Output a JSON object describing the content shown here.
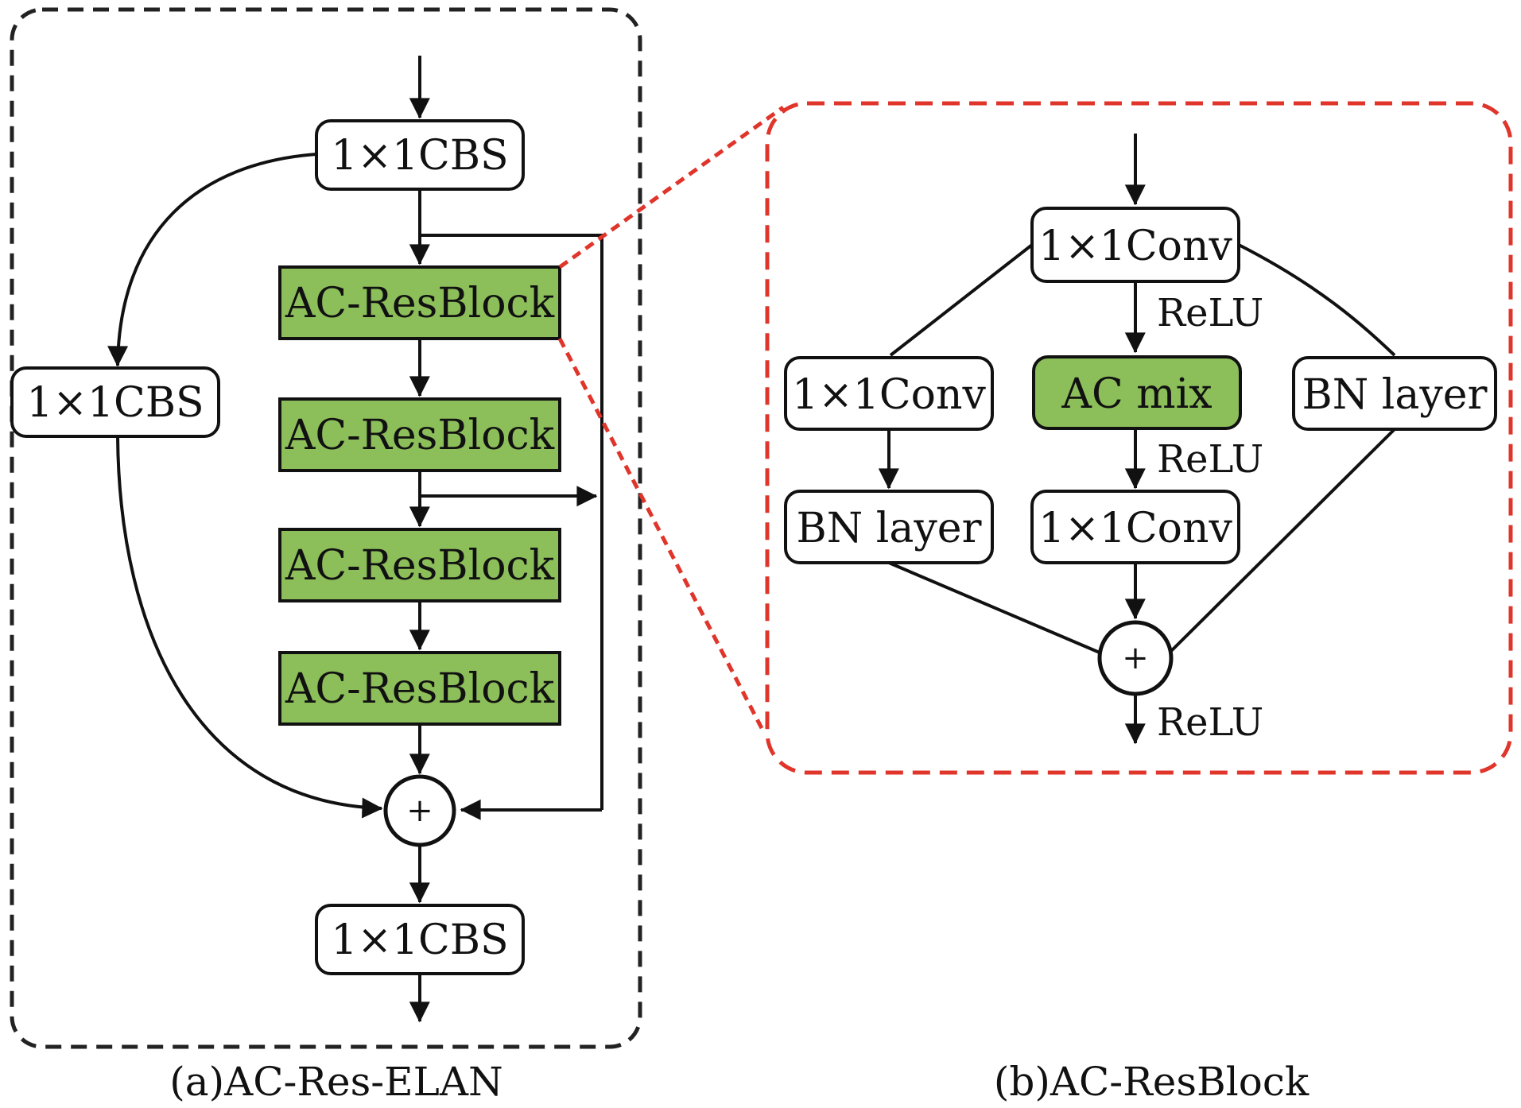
{
  "colors": {
    "green": "#8cbe5a",
    "black": "#111111",
    "red": "#e0352b",
    "white": "#ffffff"
  },
  "panel_a": {
    "caption": "(a)AC-Res-ELAN",
    "cbs_top": "1×1CBS",
    "cbs_left": "1×1CBS",
    "cbs_bottom": "1×1CBS",
    "blocks": [
      "AC-ResBlock",
      "AC-ResBlock",
      "AC-ResBlock",
      "AC-ResBlock"
    ],
    "sum_symbol": "+"
  },
  "panel_b": {
    "caption": "(b)AC-ResBlock",
    "conv_top": "1×1Conv",
    "conv_left": "1×1Conv",
    "bn_left": "BN layer",
    "acmix": "AC mix",
    "bn_right": "BN layer",
    "conv_mid": "1×1Conv",
    "relu_1": "ReLU",
    "relu_2": "ReLU",
    "relu_3": "ReLU",
    "sum_symbol": "+"
  }
}
